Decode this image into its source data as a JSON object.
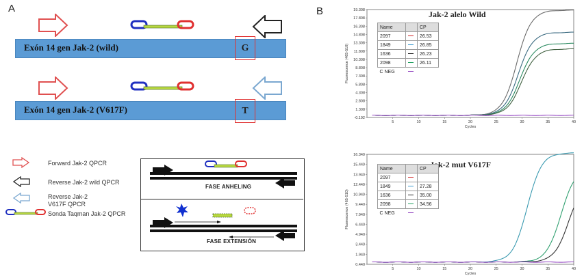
{
  "panels": {
    "a": "A",
    "b": "B"
  },
  "genes": [
    {
      "label": "Exón 14 gen Jak-2 (wild)",
      "base": "G"
    },
    {
      "label": "Exón 14  gen Jak-2 (V617F)",
      "base": "T"
    }
  ],
  "legend": [
    {
      "text": "Forward Jak-2 QPCR",
      "arrow_color": "#e05050"
    },
    {
      "text": "Reverse  Jak-2 wild QPCR",
      "arrow_color": "#222222"
    },
    {
      "text": "Reverse  Jak-2 V617F QPCR",
      "arrow_color": "#7aa7d0"
    },
    {
      "text": "Sonda Taqman  Jak-2  QPCR"
    }
  ],
  "phases": {
    "annealing": "FASE ANHELING",
    "extension": "FASE EXTENSIÓN"
  },
  "chart_data": [
    {
      "type": "line",
      "title": "Jak-2 alelo Wild",
      "ylabel": "Fluorescence (465-510)",
      "xlabel": "Cycles",
      "xlim": [
        0,
        40
      ],
      "ylim": [
        -0.192,
        19.308
      ],
      "yticks": [
        "19.308",
        "17.808",
        "16.308",
        "14.808",
        "13.308",
        "11.808",
        "10.308",
        "8.808",
        "7.308",
        "5.808",
        "4.308",
        "2.808",
        "1.308",
        "-0.192"
      ],
      "xticks": [
        5,
        10,
        15,
        20,
        25,
        30,
        35,
        40
      ],
      "table_headers": [
        "Name",
        "CP"
      ],
      "samples": [
        {
          "name": "2097",
          "cp": "26.53",
          "color": "#d02020"
        },
        {
          "name": "1849",
          "cp": "26.85",
          "color": "#3a9ad0"
        },
        {
          "name": "1636",
          "cp": "26.23",
          "color": "#222222"
        },
        {
          "name": "2098",
          "cp": "26.11",
          "color": "#20a060"
        },
        {
          "name": "C NEG",
          "cp": "",
          "color": "#9040c0"
        }
      ],
      "series": [
        {
          "color": "#6a6a6a",
          "plateau": 19.0,
          "ct": 29.0
        },
        {
          "color": "#3a6a80",
          "plateau": 15.0,
          "ct": 29.3
        },
        {
          "color": "#2a8a60",
          "plateau": 13.0,
          "ct": 29.6
        },
        {
          "color": "#406040",
          "plateau": 12.0,
          "ct": 29.9
        },
        {
          "color": "#9040c0",
          "plateau": 0,
          "ct": 0
        }
      ]
    },
    {
      "type": "line",
      "title": "Jak-2 mut V617F",
      "ylabel": "Fluorescence (465-510)",
      "xlabel": "Cycles",
      "xlim": [
        0,
        40
      ],
      "ylim": [
        -0.06,
        16.34
      ],
      "yticks": [
        "16.340",
        "15.440",
        "13.940",
        "12.440",
        "10.940",
        "9.440",
        "7.940",
        "6.440",
        "4.940",
        "3.440",
        "1.940",
        "0.440"
      ],
      "xticks": [
        5,
        10,
        15,
        20,
        25,
        30,
        35,
        40
      ],
      "table_headers": [
        "Name",
        "CP"
      ],
      "samples": [
        {
          "name": "2097",
          "cp": "",
          "color": "#d02020"
        },
        {
          "name": "1849",
          "cp": "27.28",
          "color": "#3a9ad0"
        },
        {
          "name": "1636",
          "cp": "35.00",
          "color": "#222222"
        },
        {
          "name": "2098",
          "cp": "34.56",
          "color": "#20a060"
        },
        {
          "name": "C NEG",
          "cp": "",
          "color": "#9040c0"
        }
      ],
      "series": [
        {
          "color": "#3a9ab0",
          "plateau": 16.3,
          "ct": 31.0
        },
        {
          "color": "#30a070",
          "plateau": 14.0,
          "ct": 37.5
        },
        {
          "color": "#333333",
          "plateau": 12.0,
          "ct": 39.0
        },
        {
          "color": "#9040c0",
          "plateau": 0,
          "ct": 0
        }
      ]
    }
  ]
}
